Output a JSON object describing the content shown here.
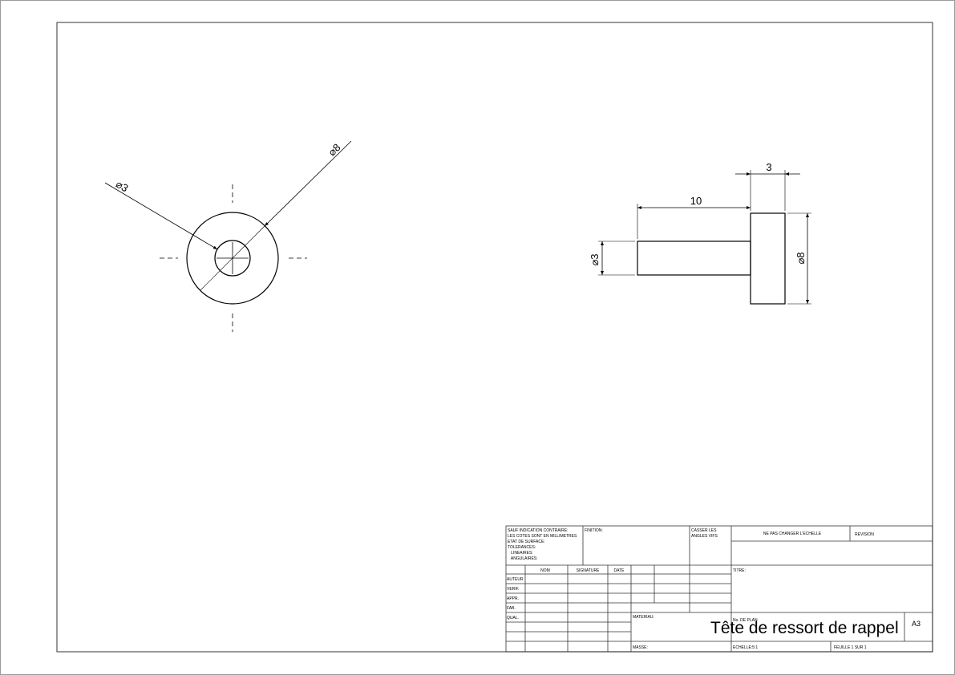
{
  "drawing": {
    "front_view": {
      "outer_diameter_label": "⌀8",
      "inner_diameter_label": "⌀3"
    },
    "side_view": {
      "head_thickness_label": "3",
      "shaft_length_label": "10",
      "shaft_diameter_label": "⌀3",
      "head_diameter_label": "⌀8"
    }
  },
  "title_block": {
    "general_notes": [
      "SAUF INDICATION CONTRAIRE:",
      "LES COTES SONT EN MILLIMETRES",
      "ETAT DE SURFACE:",
      "TOLERANCES:",
      "   LINEAIRES:",
      "   ANGULAIRES:"
    ],
    "finish_label": "FINITION:",
    "break_edges": [
      "CASSER LES",
      "ANGLES VIFS"
    ],
    "do_not_scale": "NE PAS CHANGER L'ECHELLE",
    "revision_label": "REVISION",
    "col_nom": "NOM",
    "col_signature": "SIGNATURE",
    "col_date": "DATE",
    "roles": [
      "AUTEUR",
      "VERIF.",
      "APPR.",
      "FAB.",
      "QUAL."
    ],
    "title_label": "TITRE:",
    "material_label": "MATERIAU:",
    "drawing_no_label": "No. DE PLAN",
    "drawing_title": "Tête de ressort de rappel",
    "size": "A3",
    "mass_label": "MASSE:",
    "scale": "ECHELLE:5:1",
    "sheet": "FEUILLE 1 SUR 1"
  }
}
